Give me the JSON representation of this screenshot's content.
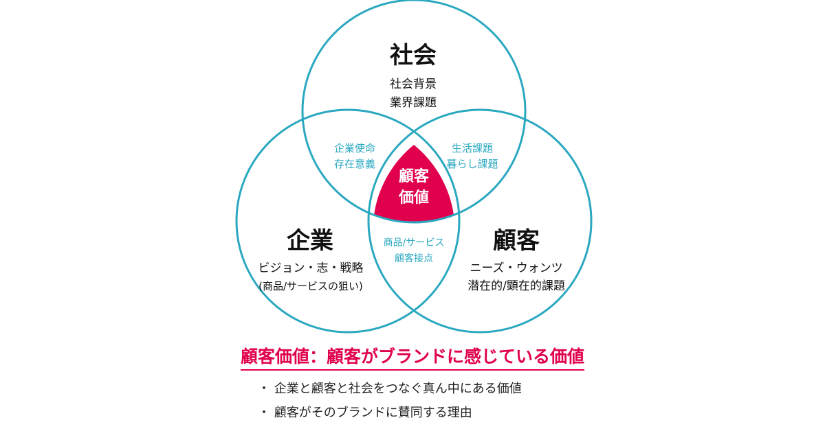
{
  "colors": {
    "circle_stroke": "#2aa8c0",
    "center_fill": "#e0004d",
    "intersection_text": "#2aa8c0",
    "headline": "#e0004d"
  },
  "circles": {
    "society": {
      "title": "社会",
      "lines": [
        "社会背景",
        "業界課題"
      ]
    },
    "company": {
      "title": "企業",
      "lines": [
        "ビジョン・志・戦略",
        "(商品/サービスの狙い)"
      ]
    },
    "customer": {
      "title": "顧客",
      "lines": [
        "ニーズ・ウォンツ",
        "潜在的/顕在的課題"
      ]
    }
  },
  "intersections": {
    "society_company": [
      "企業使命",
      "存在意義"
    ],
    "society_customer": [
      "生活課題",
      "暮らし課題"
    ],
    "company_customer": [
      "商品/サービス",
      "顧客接点"
    ]
  },
  "center": [
    "顧客",
    "価値"
  ],
  "caption": {
    "headline": "顧客価値：顧客がブランドに感じている価値",
    "bullets": [
      "・ 企業と顧客と社会をつなぐ真ん中にある価値",
      "・ 顧客がそのブランドに賛同する理由"
    ]
  }
}
